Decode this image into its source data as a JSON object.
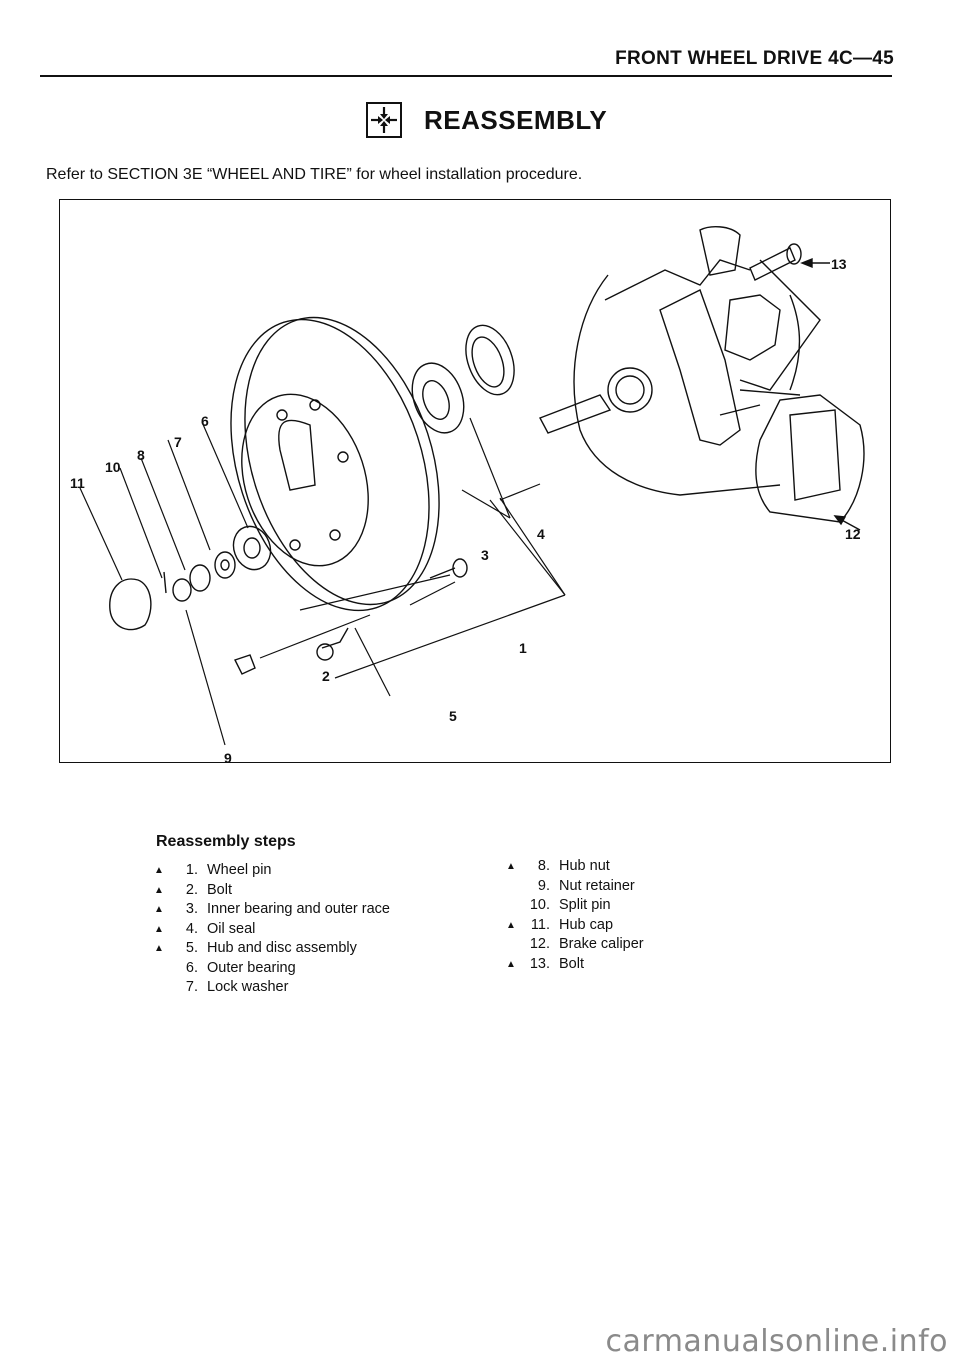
{
  "header": {
    "title": "FRONT WHEEL DRIVE 4C—45"
  },
  "section": {
    "icon": "reassembly-arrows-icon",
    "title": "REASSEMBLY"
  },
  "intro": "Refer to SECTION 3E “WHEEL AND TIRE” for wheel installation procedure.",
  "figure": {
    "callouts": [
      "1",
      "2",
      "3",
      "4",
      "5",
      "6",
      "7",
      "8",
      "9",
      "10",
      "11",
      "12",
      "13"
    ]
  },
  "steps": {
    "title": "Reassembly steps",
    "marker_glyph": "▲",
    "left": [
      {
        "marked": true,
        "num": "1.",
        "label": "Wheel pin"
      },
      {
        "marked": true,
        "num": "2.",
        "label": "Bolt"
      },
      {
        "marked": true,
        "num": "3.",
        "label": "Inner bearing and outer race"
      },
      {
        "marked": true,
        "num": "4.",
        "label": "Oil seal"
      },
      {
        "marked": true,
        "num": "5.",
        "label": "Hub and disc assembly"
      },
      {
        "marked": false,
        "num": "6.",
        "label": "Outer bearing"
      },
      {
        "marked": false,
        "num": "7.",
        "label": "Lock washer"
      }
    ],
    "right": [
      {
        "marked": true,
        "num": "8.",
        "label": "Hub nut"
      },
      {
        "marked": false,
        "num": "9.",
        "label": "Nut retainer"
      },
      {
        "marked": false,
        "num": "10.",
        "label": "Split pin"
      },
      {
        "marked": true,
        "num": "11.",
        "label": "Hub cap"
      },
      {
        "marked": false,
        "num": "12.",
        "label": "Brake caliper"
      },
      {
        "marked": true,
        "num": "13.",
        "label": "Bolt"
      }
    ]
  },
  "watermark": "carmanualsonline.info"
}
